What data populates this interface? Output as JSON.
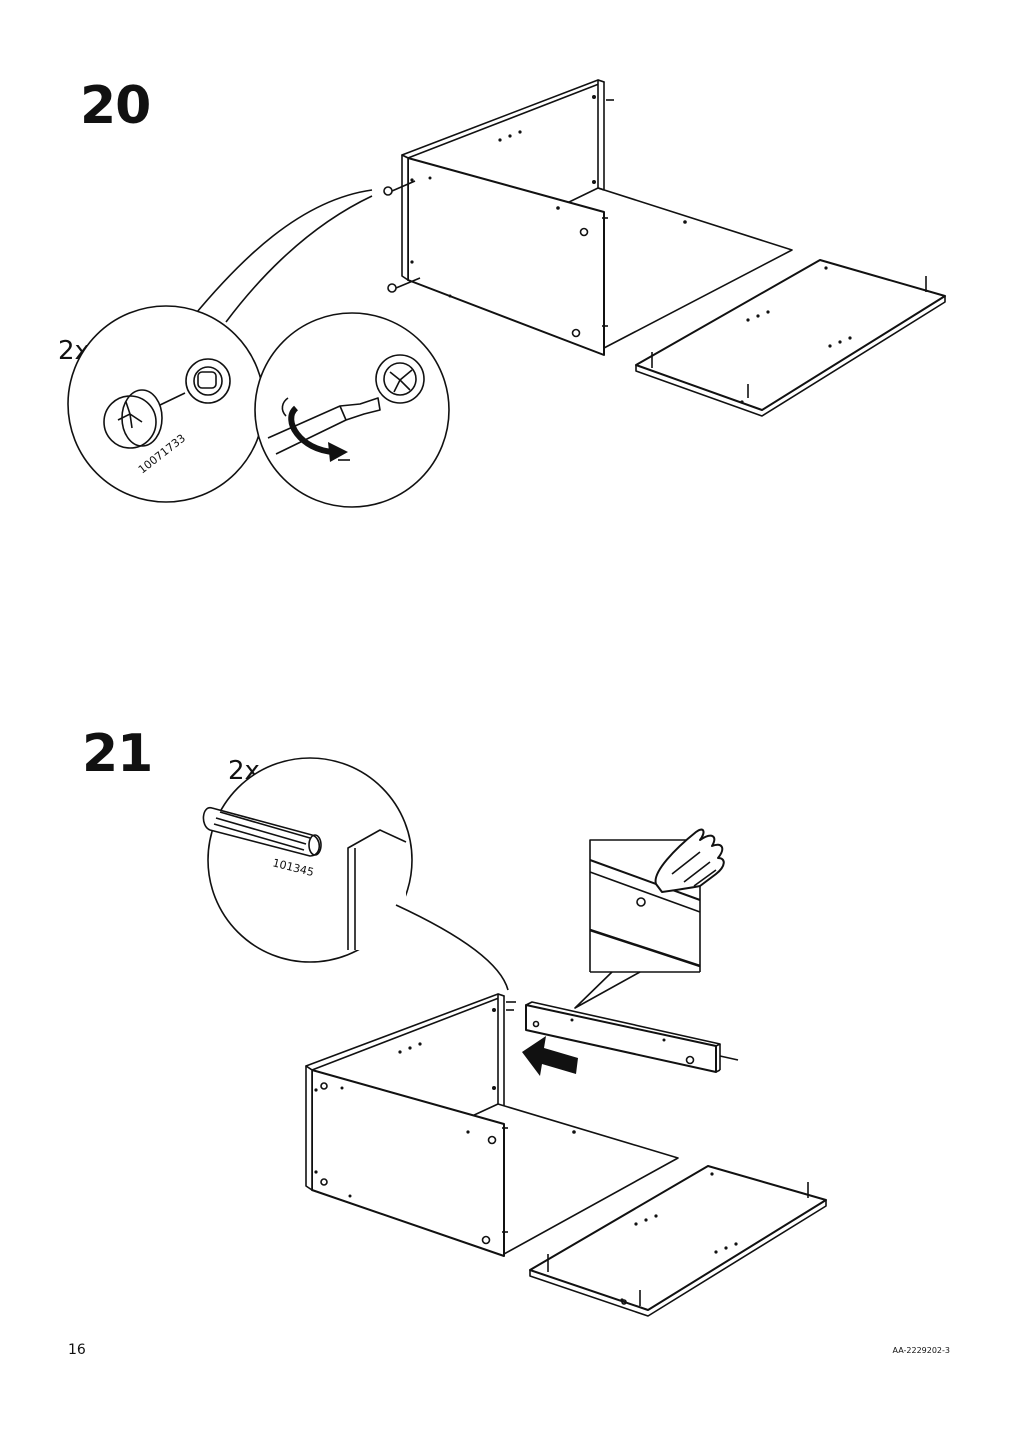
{
  "steps": [
    {
      "number": "20",
      "quantity": "2x",
      "part_number": "10071733"
    },
    {
      "number": "21",
      "quantity": "2x",
      "part_number": "101345"
    }
  ],
  "footer": {
    "page_number": "16",
    "document_code": "AA-2229202-3"
  },
  "colors": {
    "ink": "#111111",
    "paper": "#ffffff"
  }
}
